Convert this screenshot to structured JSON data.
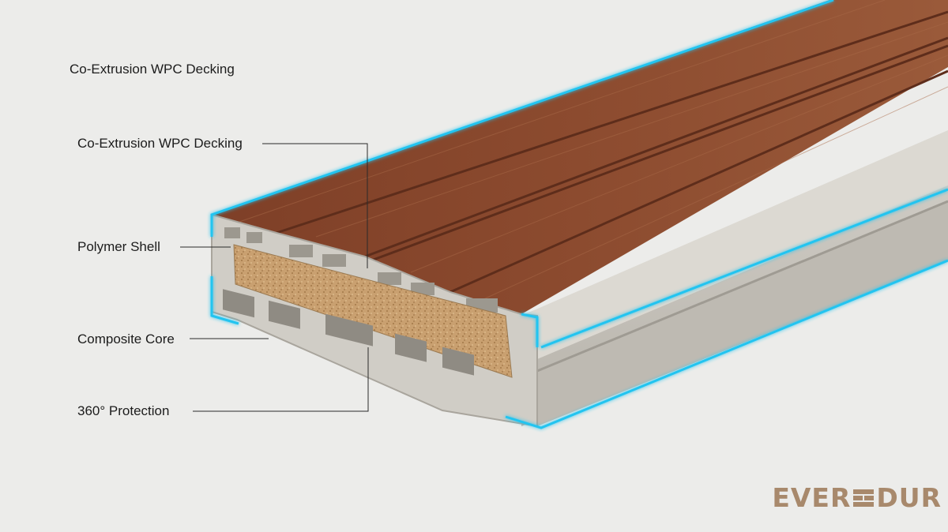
{
  "title": "Co-Extrusion WPC Decking",
  "callouts": [
    {
      "label": "Co-Extrusion WPC Decking"
    },
    {
      "label": "Polymer Shell"
    },
    {
      "label": "Composite Core"
    },
    {
      "label": "360° Protection"
    }
  ],
  "logo": {
    "left": "EVER",
    "right": "DUR",
    "mark": "plank-stack-icon"
  },
  "colors": {
    "background": "#ececea",
    "wood_top": "#8a4a2e",
    "shell": "#c9c6bf",
    "core": "#c8a072",
    "outline_glow": "#22c4f0",
    "logo": "#a8896c"
  }
}
